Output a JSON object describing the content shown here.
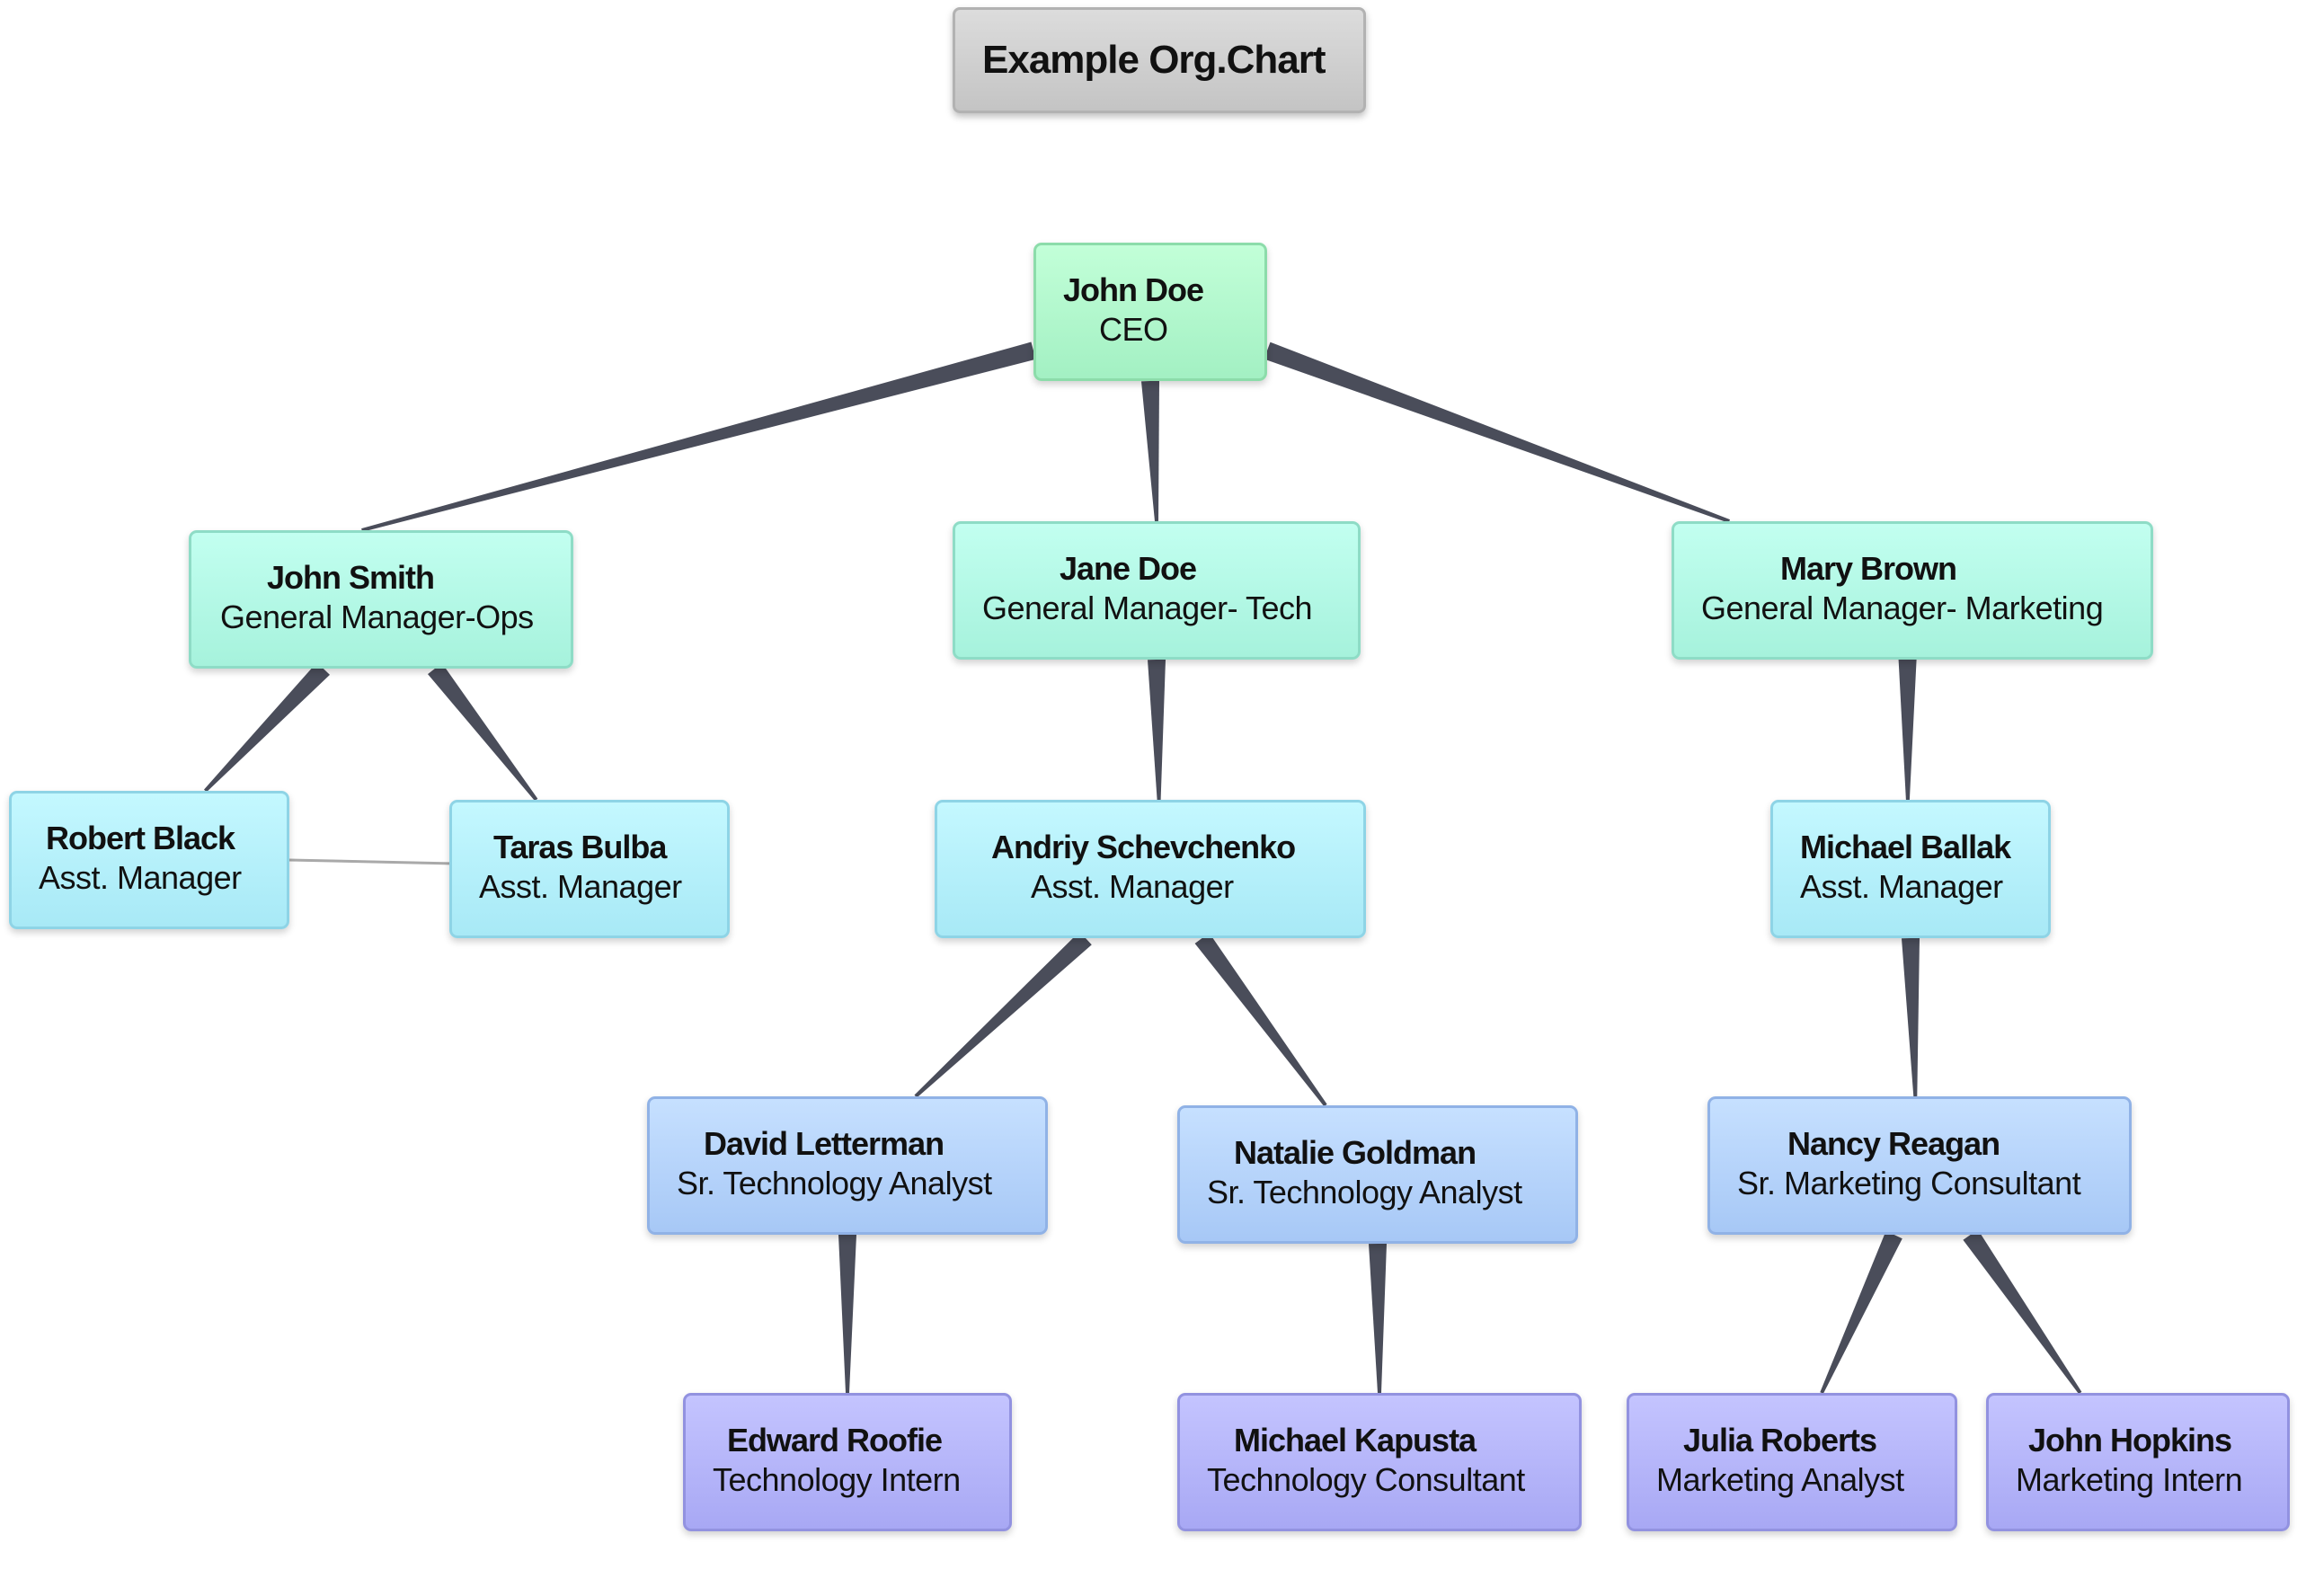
{
  "title": "Example Org.Chart",
  "colors": {
    "connector": "#4a4d5a",
    "peer_link": "#a9a9a9",
    "level_0": "#b7fdd0",
    "level_1": "#b8fce7",
    "level_2": "#bbf2fb",
    "level_3": "#bcd7fd",
    "level_4": "#bbbbfb"
  },
  "people": {
    "ceo": {
      "name": "John Doe",
      "role": "CEO"
    },
    "john_smith": {
      "name": "John Smith",
      "role": "General Manager-Ops"
    },
    "jane_doe": {
      "name": "Jane Doe",
      "role": "General Manager- Tech"
    },
    "mary_brown": {
      "name": "Mary Brown",
      "role": "General Manager- Marketing"
    },
    "robert_black": {
      "name": "Robert Black",
      "role": "Asst. Manager"
    },
    "taras_bulba": {
      "name": "Taras Bulba",
      "role": "Asst. Manager"
    },
    "andriy_schevchenko": {
      "name": "Andriy Schevchenko",
      "role": "Asst. Manager"
    },
    "michael_ballak": {
      "name": "Michael Ballak",
      "role": "Asst. Manager"
    },
    "david_letterman": {
      "name": "David Letterman",
      "role": "Sr. Technology Analyst"
    },
    "natalie_goldman": {
      "name": "Natalie Goldman",
      "role": "Sr. Technology Analyst"
    },
    "nancy_reagan": {
      "name": "Nancy Reagan",
      "role": "Sr. Marketing Consultant"
    },
    "edward_roofie": {
      "name": "Edward Roofie",
      "role": "Technology Intern"
    },
    "michael_kapusta": {
      "name": "Michael Kapusta",
      "role": "Technology Consultant"
    },
    "julia_roberts": {
      "name": "Julia Roberts",
      "role": "Marketing Analyst"
    },
    "john_hopkins": {
      "name": "John Hopkins",
      "role": "Marketing Intern"
    }
  },
  "reports_to": [
    {
      "from": "ceo",
      "to": "john_smith"
    },
    {
      "from": "ceo",
      "to": "jane_doe"
    },
    {
      "from": "ceo",
      "to": "mary_brown"
    },
    {
      "from": "john_smith",
      "to": "robert_black"
    },
    {
      "from": "john_smith",
      "to": "taras_bulba"
    },
    {
      "from": "jane_doe",
      "to": "andriy_schevchenko"
    },
    {
      "from": "mary_brown",
      "to": "michael_ballak"
    },
    {
      "from": "andriy_schevchenko",
      "to": "david_letterman"
    },
    {
      "from": "andriy_schevchenko",
      "to": "natalie_goldman"
    },
    {
      "from": "michael_ballak",
      "to": "nancy_reagan"
    },
    {
      "from": "david_letterman",
      "to": "edward_roofie"
    },
    {
      "from": "natalie_goldman",
      "to": "michael_kapusta"
    },
    {
      "from": "nancy_reagan",
      "to": "julia_roberts"
    },
    {
      "from": "nancy_reagan",
      "to": "john_hopkins"
    }
  ],
  "peer_links": [
    {
      "a": "robert_black",
      "b": "taras_bulba"
    }
  ]
}
